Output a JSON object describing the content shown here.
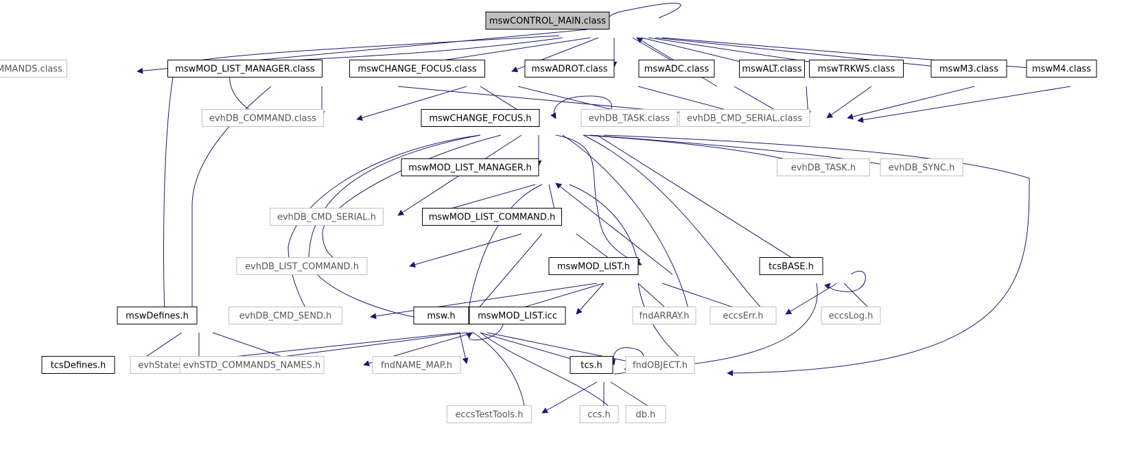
{
  "colors": {
    "edge": "#191970",
    "main_fill": "#bfbfbf",
    "ext_border": "#bfbfbf",
    "solid_border": "#000000"
  },
  "nodes": [
    {
      "id": "n0",
      "label": "mswCONTROL_MAIN.class",
      "kind": "main"
    },
    {
      "id": "n1",
      "label": "evhSTD_COMMANDS.class",
      "kind": "ext"
    },
    {
      "id": "n2",
      "label": "mswMOD_LIST_MANAGER.class",
      "kind": "solid"
    },
    {
      "id": "n3",
      "label": "mswCHANGE_FOCUS.class",
      "kind": "solid"
    },
    {
      "id": "n4",
      "label": "mswADROT.class",
      "kind": "solid"
    },
    {
      "id": "n5",
      "label": "mswADC.class",
      "kind": "solid"
    },
    {
      "id": "n6",
      "label": "mswALT.class",
      "kind": "solid"
    },
    {
      "id": "n7",
      "label": "mswTRKWS.class",
      "kind": "solid"
    },
    {
      "id": "n8",
      "label": "mswM3.class",
      "kind": "solid"
    },
    {
      "id": "n9",
      "label": "mswM4.class",
      "kind": "solid"
    },
    {
      "id": "n10",
      "label": "evhDB_COMMAND.class",
      "kind": "ext"
    },
    {
      "id": "n11",
      "label": "mswCHANGE_FOCUS.h",
      "kind": "solid"
    },
    {
      "id": "n12",
      "label": "evhDB_TASK.class",
      "kind": "ext"
    },
    {
      "id": "n13",
      "label": "evhDB_CMD_SERIAL.class",
      "kind": "ext"
    },
    {
      "id": "n14",
      "label": "mswMOD_LIST_MANAGER.h",
      "kind": "solid"
    },
    {
      "id": "n15",
      "label": "evhDB_TASK.h",
      "kind": "ext"
    },
    {
      "id": "n16",
      "label": "evhDB_SYNC.h",
      "kind": "ext"
    },
    {
      "id": "n17",
      "label": "evhDB_CMD_SERIAL.h",
      "kind": "ext"
    },
    {
      "id": "n18",
      "label": "mswMOD_LIST_COMMAND.h",
      "kind": "solid"
    },
    {
      "id": "n19",
      "label": "evhDB_LIST_COMMAND.h",
      "kind": "ext"
    },
    {
      "id": "n20",
      "label": "mswMOD_LIST.h",
      "kind": "solid"
    },
    {
      "id": "n21",
      "label": "tcsBASE.h",
      "kind": "solid"
    },
    {
      "id": "n22",
      "label": "mswDefines.h",
      "kind": "solid"
    },
    {
      "id": "n23",
      "label": "evhDB_CMD_SEND.h",
      "kind": "ext"
    },
    {
      "id": "n24",
      "label": "msw.h",
      "kind": "solid"
    },
    {
      "id": "n25",
      "label": "mswMOD_LIST.icc",
      "kind": "solid"
    },
    {
      "id": "n26",
      "label": "fndARRAY.h",
      "kind": "ext"
    },
    {
      "id": "n27",
      "label": "eccsErr.h",
      "kind": "ext"
    },
    {
      "id": "n28",
      "label": "eccsLog.h",
      "kind": "ext"
    },
    {
      "id": "n29",
      "label": "tcsDefines.h",
      "kind": "solid"
    },
    {
      "id": "n30",
      "label": "evhStates.h",
      "kind": "ext"
    },
    {
      "id": "n31",
      "label": "evhSTD_COMMANDS_NAMES.h",
      "kind": "ext"
    },
    {
      "id": "n32",
      "label": "fndNAME_MAP.h",
      "kind": "ext"
    },
    {
      "id": "n33",
      "label": "tcs.h",
      "kind": "solid"
    },
    {
      "id": "n34",
      "label": "fndOBJECT.h",
      "kind": "ext"
    },
    {
      "id": "n35",
      "label": "eccsTestTools.h",
      "kind": "ext"
    },
    {
      "id": "n36",
      "label": "ccs.h",
      "kind": "ext"
    },
    {
      "id": "n37",
      "label": "db.h",
      "kind": "ext"
    }
  ]
}
